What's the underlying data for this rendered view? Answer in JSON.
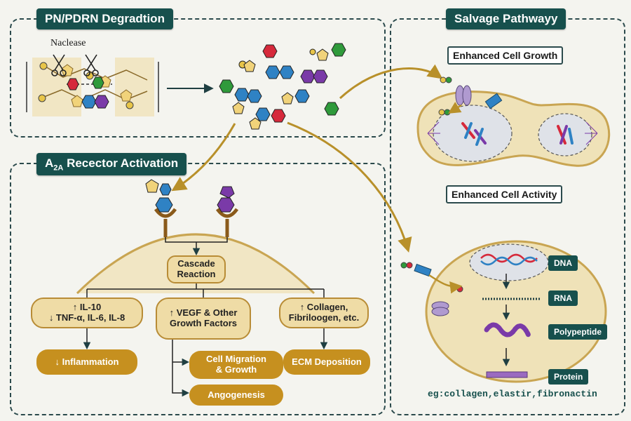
{
  "panels": {
    "degradation": {
      "title": "PN/PDRN Degradtion",
      "enzyme_label": "Naclease"
    },
    "receptor": {
      "title_prefix": "A",
      "title_sub": "2A",
      "title_suffix": " Recector Activation"
    },
    "salvage": {
      "title": "Salvage Pathwayy"
    }
  },
  "receptor_flow": {
    "cascade": [
      "Cascade",
      "Reaction"
    ],
    "effects": [
      {
        "lines": [
          "↑ IL-10",
          "↓ TNF-α, IL-6, IL-8"
        ],
        "outcomes": [
          "↓ Inflammation"
        ]
      },
      {
        "lines": [
          "↑ VEGF & Other",
          "Growth Factors"
        ],
        "outcomes": [
          "Cell Migration",
          "& Growth",
          "Angogenesis"
        ]
      },
      {
        "lines": [
          "↑ Collagen,",
          "Fibriloogen, etc."
        ],
        "outcomes": [
          "ECM Deposition"
        ]
      }
    ]
  },
  "salvage_flow": {
    "cell_growth_label": "Enhanced Cell Growth",
    "cell_activity_label": "Enhanced Cell Activity",
    "steps": [
      "DNA",
      "RNA",
      "Polypeptide",
      "Protein"
    ],
    "example": "eg:collagen,elastir,fibronactin"
  },
  "colors": {
    "panel_title_bg": "#17504d",
    "arrow": "#b8902a",
    "outcome_box": "#c6901f",
    "effect_box": "#efdca6",
    "cell": "#efe2b8",
    "nucleotide_blue": "#2f82c4",
    "nucleotide_green": "#2f9a3b",
    "nucleotide_purple": "#7a3aa8",
    "nucleotide_red": "#d6293b",
    "nucleotide_yellow": "#e8c548"
  },
  "icons": [
    "scissors-icon",
    "pentagon-sugar-icon",
    "hexagon-base-icon",
    "receptor-icon",
    "chromosome-icon",
    "dna-helix-icon",
    "transporter-icon"
  ]
}
